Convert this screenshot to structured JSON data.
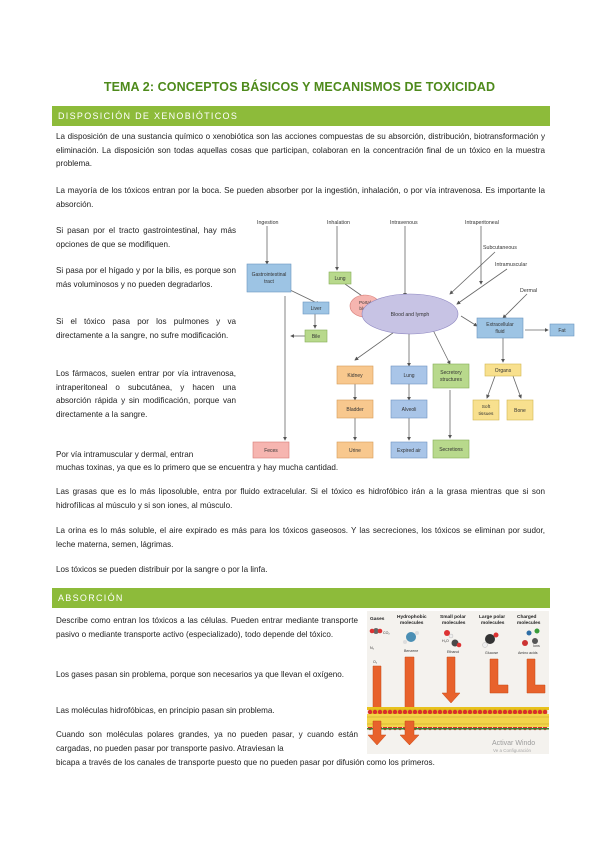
{
  "title": "TEMA 2: CONCEPTOS BÁSICOS Y MECANISMOS DE TOXICIDAD",
  "section1": {
    "heading": "DISPOSICIÓN DE XENOBIÓTICOS",
    "p1": "La disposición de una sustancia químico o xenobiótica son las acciones compuestas de su absorción, distribución, biotransformación y eliminación. La disposición son todas aquellas cosas que participan, colaboran en la concentración final de un tóxico en la muestra problema.",
    "p2": "La mayoría de los tóxicos entran por la boca. Se pueden absorber por la ingestión, inhalación, o por vía intravenosa. Es importante la absorción.",
    "p3": "Si pasan por el tracto gastrointestinal, hay más opciones de que se modifiquen.",
    "p4": "Si pasa por el hígado y por la bilis, es porque son más voluminosos y no pueden degradarlos.",
    "p5": "Si el tóxico pasa por los pulmones y va directamente a la sangre, no sufre modificación.",
    "p6": "Los fármacos, suelen entrar por vía intravenosa, intraperitoneal o subcutánea, y hacen una absorción rápida y sin modificación, porque van directamente a la sangre.",
    "p7a": "Por vía intramuscular y dermal, entran",
    "p7b": "muchas toxinas, ya que es lo primero que se encuentra y hay mucha cantidad.",
    "p8": "Las grasas que es lo más liposoluble, entra por fluido extracelular. Si el tóxico es hidrofóbico irán a la grasa mientras que si son hidrofílicas al músculo y si son iones, al músculo.",
    "p9": " La orina es lo más soluble, el aire expirado es más para los tóxicos gaseosos. Y las secreciones, los tóxicos se eliminan por sudor, leche materna, semen, lágrimas.",
    "p10": "Los tóxicos se pueden distribuir por la sangre o por la linfa."
  },
  "diagram": {
    "ingestion": "Ingestion",
    "inhalation": "Inhalation",
    "intravenous": "Intravenous",
    "intraperitoneal": "Intraperitoneal",
    "subcutaneous": "Subcutaneous",
    "intramuscular": "Intramuscular",
    "dermal": "Dermal",
    "gi_tract_1": "Gastrointestinal",
    "gi_tract_2": "tract",
    "lung_top": "Lung",
    "liver": "Liver",
    "portal_1": "Portal",
    "portal_2": "blood",
    "bile": "Bile",
    "blood_lymph": "Blood and lymph",
    "extracellular_1": "Extracellular",
    "extracellular_2": "fluid",
    "fat": "Fat",
    "kidney": "Kidney",
    "lung": "Lung",
    "secretory_1": "Secretory",
    "secretory_2": "structures",
    "organs": "Organs",
    "soft_1": "Soft",
    "soft_2": "tissues",
    "bone": "Bone",
    "bladder": "Bladder",
    "alveoli": "Alveoli",
    "feces": "Feces",
    "urine": "Urine",
    "expired_air": "Expired air",
    "secretions": "Secretions"
  },
  "section2": {
    "heading": "ABSORCIÓN",
    "p1": "Describe como entran los tóxicos a las células. Pueden entrar mediante transporte pasivo o mediante transporte activo (especializado), todo depende del tóxico.",
    "p2": "Los gases pasan sin problema, porque son necesarios ya que llevan el oxígeno.",
    "p3": "Las moléculas hidrofóbicas, en principio pasan sin problema.",
    "p4": "Cuando son moléculas polares grandes, ya no pueden pasar, y cuando están cargadas, no pueden pasar por transporte pasivo. Atraviesan la",
    "p4b": "bicapa a través de los canales de transporte puesto que no pueden pasar por difusión como los primeros."
  },
  "membrane": {
    "gases": "Gases",
    "hydro_1": "Hydrophobic",
    "hydro_2": "molecules",
    "small_1": "Small polar",
    "small_2": "molecules",
    "large_1": "Large polar",
    "large_2": "molecules",
    "charged_1": "Charged",
    "charged_2": "molecules",
    "co2": "CO₂",
    "n2": "N₂",
    "o2": "O₂",
    "benzene": "Benzene",
    "h2o": "H₂O",
    "ethanol": "Ethanol",
    "glucose": "Glucose",
    "amino": "Amino acids",
    "ions": "Ions",
    "watermark_1": "Activar Windo",
    "watermark_2": "Ve a Configuración"
  },
  "colors": {
    "accent": "#8dbb3a",
    "title": "#4e8a1b"
  }
}
